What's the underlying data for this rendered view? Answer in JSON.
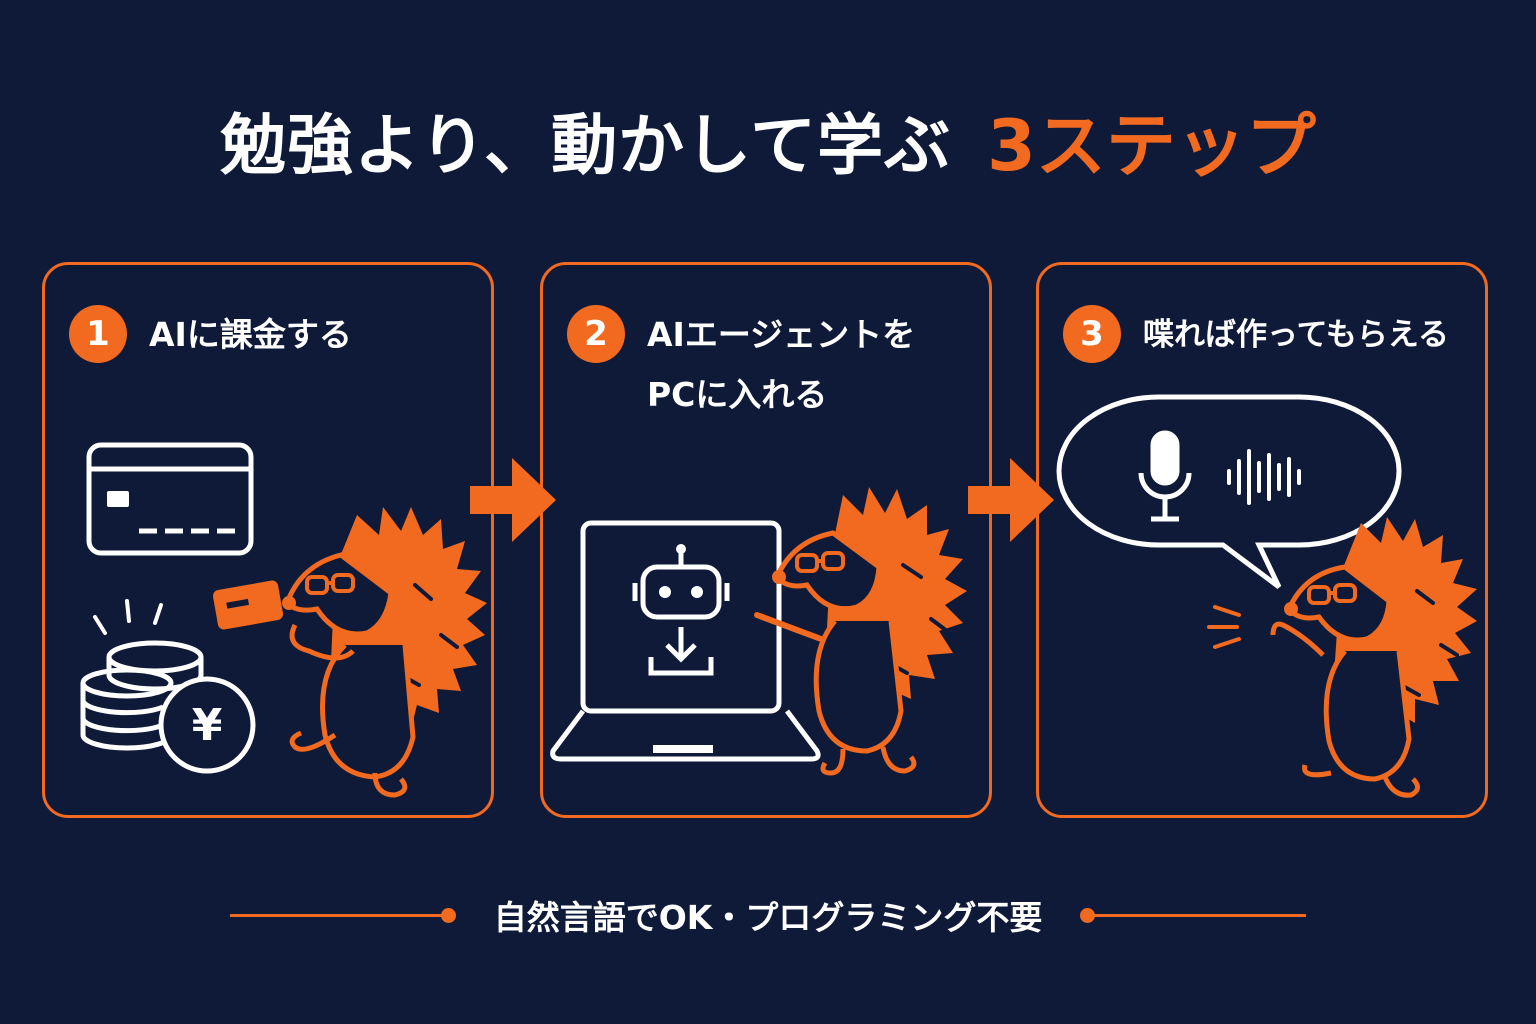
{
  "title": {
    "main": "勉強より、動かして学ぶ",
    "accent": "3ステップ"
  },
  "steps": [
    {
      "number": "1",
      "label": "AIに課金する"
    },
    {
      "number": "2",
      "label": "AIエージェントを\nPCに入れる"
    },
    {
      "number": "3",
      "label": "喋れば作ってもらえる"
    }
  ],
  "currency_symbol": "¥",
  "footer": {
    "text": "自然言語でOK・プログラミング不要"
  },
  "colors": {
    "background": "#0f1a38",
    "accent": "#f26a1f",
    "text": "#ffffff"
  },
  "icons": [
    "credit-card-icon",
    "coins-icon",
    "yen-coin-icon",
    "laptop-icon",
    "robot-icon",
    "download-icon",
    "speech-bubble-icon",
    "microphone-icon",
    "sound-wave-icon",
    "hedgehog-mascot",
    "arrow-right-icon"
  ]
}
